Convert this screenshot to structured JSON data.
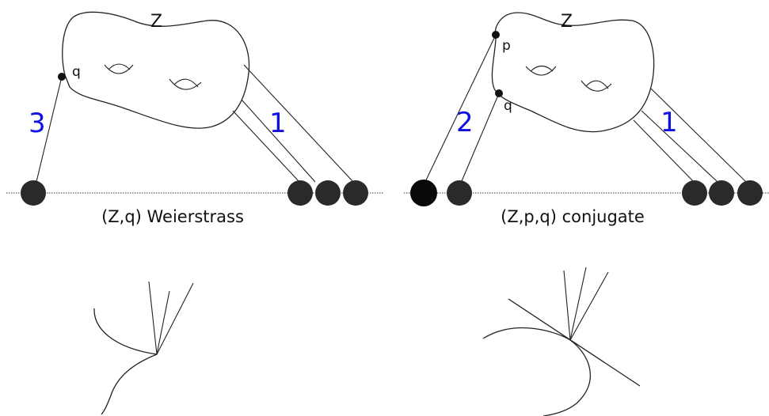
{
  "left_panel": {
    "surface_label": "Z",
    "point_q_label": "q",
    "tail_count_label": "3",
    "bundle_count_label": "1",
    "caption": "(Z,q) Weierstrass"
  },
  "right_panel": {
    "surface_label": "Z",
    "point_p_label": "p",
    "point_q_label": "q",
    "tail_count_label": "2",
    "bundle_count_label": "1",
    "caption": "(Z,p,q) conjugate"
  },
  "colors": {
    "line": "#222222",
    "node_fill": "#2a2a2a",
    "count_label": "#1010e0"
  }
}
